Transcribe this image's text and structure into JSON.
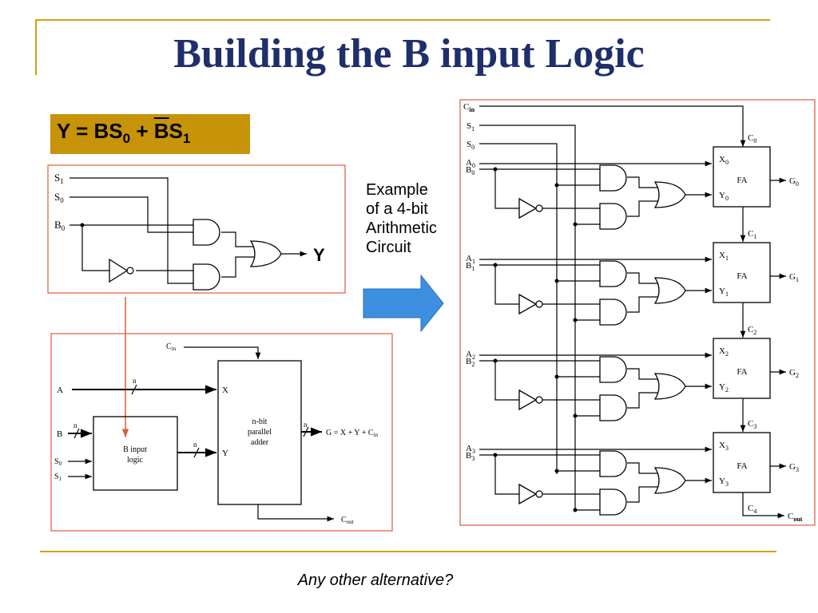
{
  "slide": {
    "title": "Building the B input Logic",
    "equation": {
      "lhs": "Y = BS",
      "sub0": "0",
      "plus": " + ",
      "bbar": "B",
      "s": "S",
      "sub1": "1"
    },
    "example_lines": [
      "Example",
      "of a 4-bit",
      "Arithmetic",
      "Circuit"
    ],
    "footer": "Any other alternative?"
  },
  "colors": {
    "title": "#1f2f6b",
    "accent": "#d4a017",
    "box_border": "#e05a3a",
    "arrow": "#3d8fe0",
    "eq_bg": "#c79409"
  },
  "gate_diagram": {
    "s1": "S",
    "s1_sub": "1",
    "s0": "S",
    "s0_sub": "0",
    "b0": "B",
    "b0_sub": "0",
    "out": "Y"
  },
  "block_diagram": {
    "cin": "C",
    "cin_sub": "in",
    "a": "A",
    "b": "B",
    "s0": "S",
    "s0_sub": "0",
    "s1": "S",
    "s1_sub": "1",
    "n": "n",
    "x": "X",
    "y": "Y",
    "b_logic_line1": "B input",
    "b_logic_line2": "logic",
    "adder_line1": "n-bit",
    "adder_line2": "parallel",
    "adder_line3": "adder",
    "g_eq": "G = X + Y + C",
    "g_eq_sub": "in",
    "cout": "C",
    "cout_sub": "out"
  },
  "arith_circuit": {
    "cin": "C",
    "cin_sub": "in",
    "s1": "S",
    "s1_sub": "1",
    "s0": "S",
    "s0_sub": "0",
    "fa": "FA",
    "stages": [
      {
        "a": "A",
        "b": "B",
        "i": "0",
        "c": "C",
        "ci": "0",
        "x": "X",
        "y": "Y",
        "g": "G"
      },
      {
        "a": "A",
        "b": "B",
        "i": "1",
        "c": "C",
        "ci": "1",
        "x": "X",
        "y": "Y",
        "g": "G"
      },
      {
        "a": "A",
        "b": "B",
        "i": "2",
        "c": "C",
        "ci": "2",
        "x": "X",
        "y": "Y",
        "g": "G"
      },
      {
        "a": "A",
        "b": "B",
        "i": "3",
        "c": "C",
        "ci": "3",
        "x": "X",
        "y": "Y",
        "g": "G"
      }
    ],
    "c4": "C",
    "c4_sub": "4",
    "cout": "C",
    "cout_sub": "out"
  }
}
